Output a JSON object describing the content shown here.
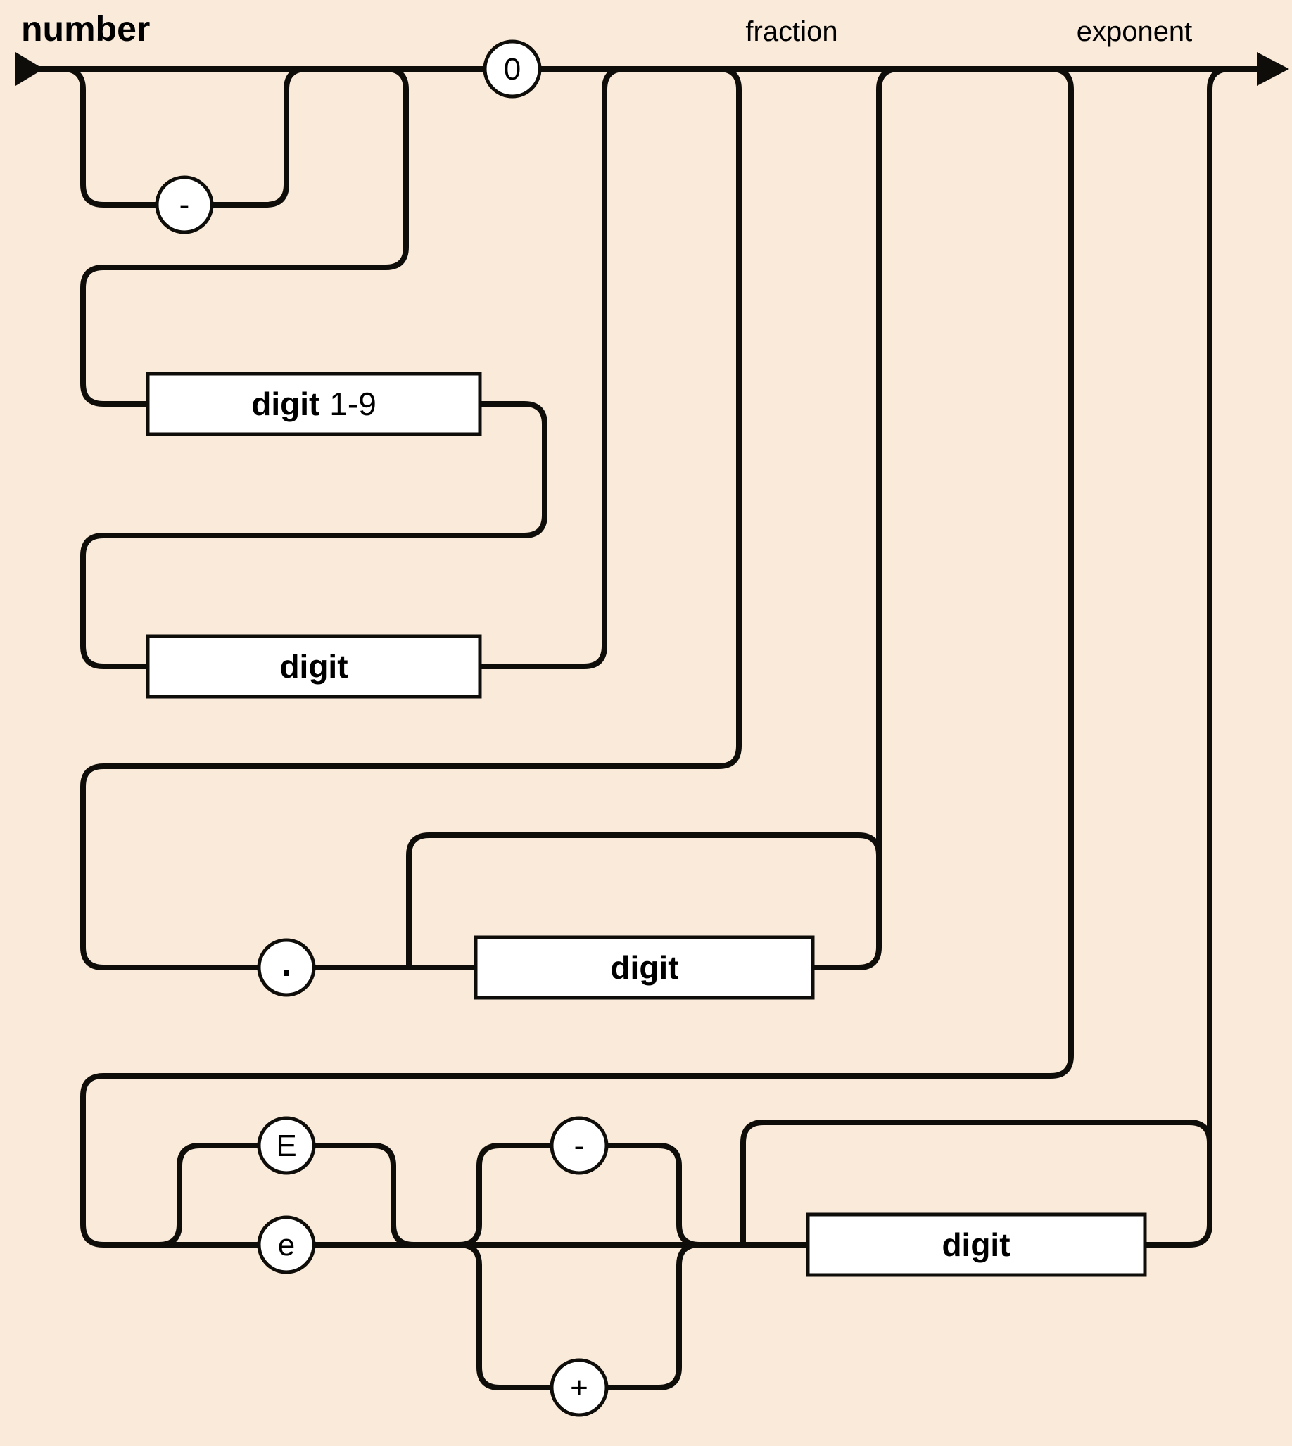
{
  "diagram": {
    "labels": {
      "title": "number",
      "fraction": "fraction",
      "exponent": "exponent"
    },
    "terminals": {
      "minus": "-",
      "zero": "0",
      "dot": ".",
      "upper_e": "E",
      "lower_e": "e",
      "exp_minus": "-",
      "exp_plus": "+"
    },
    "nonterminals": {
      "digit_1_9": {
        "keyword": "digit",
        "range": "1-9"
      },
      "integer_digit": "digit",
      "fraction_digit": "digit",
      "exponent_digit": "digit"
    },
    "colors": {
      "background": "#f9ead9",
      "line": "#0f0d0a",
      "node_fill": "#ffffff",
      "node_border": "#0f0d0a",
      "text": "#000000"
    }
  }
}
